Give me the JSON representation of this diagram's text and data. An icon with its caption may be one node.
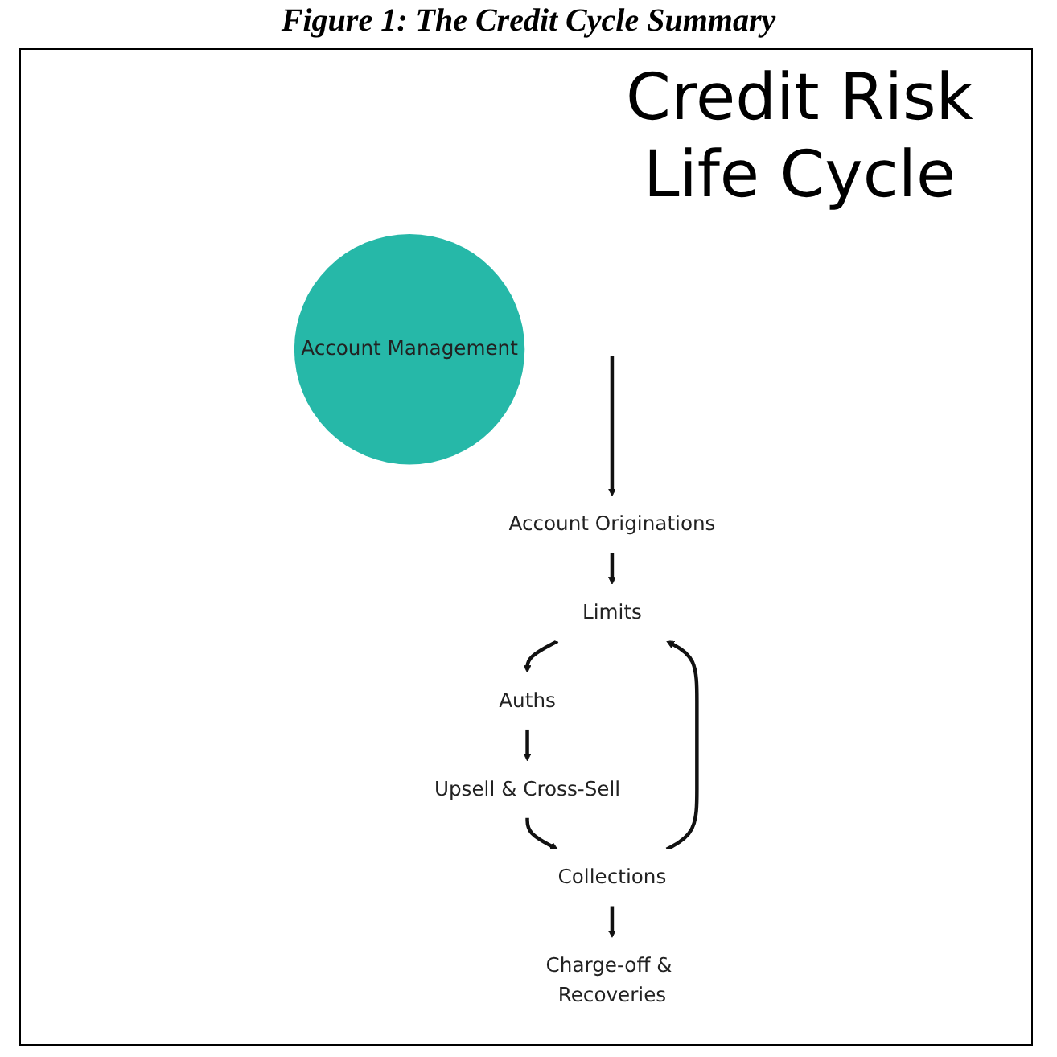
{
  "diagram": {
    "title": "Credit Risk Life Cycle",
    "caption": "Figure 1: The Credit Cycle Summary",
    "nodes": [
      {
        "text": [
          "Account Originations"
        ]
      },
      {
        "text": [
          "Limits"
        ]
      },
      {
        "text": [
          "Auths"
        ]
      },
      {
        "text": [
          "Upsell & Cross-Sell"
        ]
      },
      {
        "text": [
          "Collections"
        ]
      },
      {
        "text": [
          "Charge-off & Recoveries"
        ]
      },
      {
        "text": [
          "Account Management"
        ]
      }
    ],
    "edges": [
      {
        "from": null,
        "to": 0,
        "arrow": "to"
      },
      {
        "from": 0,
        "to": 1,
        "arrow": "to"
      },
      {
        "from": 1,
        "to": 2,
        "arrow": "to"
      },
      {
        "from": 2,
        "to": 3,
        "arrow": "to"
      },
      {
        "from": 3,
        "to": 4,
        "arrow": "to"
      },
      {
        "from": 4,
        "to": 1,
        "arrow": "to"
      },
      {
        "from": 4,
        "to": 5,
        "arrow": "to"
      }
    ]
  }
}
